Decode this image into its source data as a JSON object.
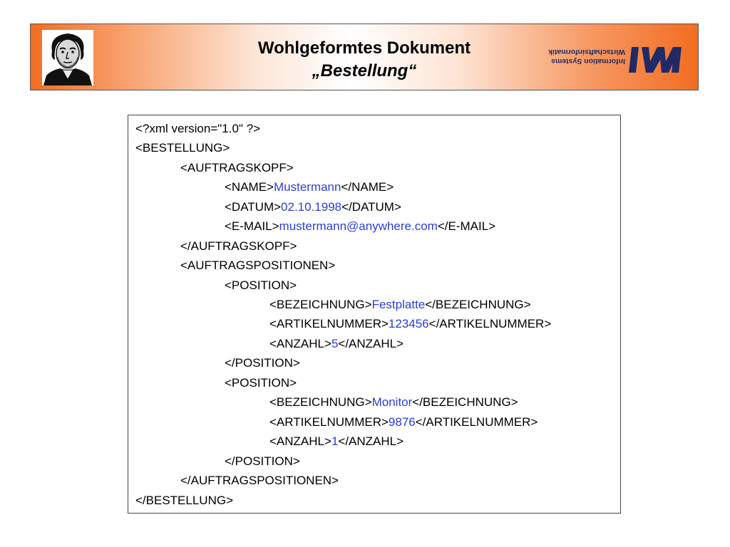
{
  "header": {
    "title_line1": "Wohlgeformtes Dokument",
    "title_line2": "„Bestellung“",
    "logo_text_line1": "Wirtschaftsinformatik",
    "logo_text_line2": "Information Systems",
    "logo_mark": "IWI"
  },
  "colors": {
    "banner_orange": "#f26d22",
    "value_blue": "#2b3fd6",
    "logo_navy": "#1f2a66"
  },
  "icons": {
    "portrait": "portrait-icon",
    "logo": "iwi-logo-icon"
  },
  "xml": {
    "l1": {
      "text": "<?xml version=\"1.0\" ?>"
    },
    "l2": {
      "text": "<BESTELLUNG>"
    },
    "l3": {
      "text": "<AUFTRAGSKOPF>"
    },
    "l4": {
      "open": "<NAME>",
      "value": "Mustermann",
      "close": "</NAME>"
    },
    "l5": {
      "open": "<DATUM>",
      "value": "02.10.1998",
      "close": "</DATUM>"
    },
    "l6": {
      "open": "<E-MAIL>",
      "value": "mustermann@anywhere.com",
      "close": "</E-MAIL>"
    },
    "l7": {
      "text": "</AUFTRAGSKOPF>"
    },
    "l8": {
      "text": "<AUFTRAGSPOSITIONEN>"
    },
    "l9": {
      "text": "<POSITION>"
    },
    "l10": {
      "open": "<BEZEICHNUNG>",
      "value": "Festplatte",
      "close": "</BEZEICHNUNG>"
    },
    "l11": {
      "open": "<ARTIKELNUMMER>",
      "value": "123456",
      "close": "</ARTIKELNUMMER>"
    },
    "l12": {
      "open": "<ANZAHL>",
      "value": "5",
      "close": "</ANZAHL>"
    },
    "l13": {
      "text": "</POSITION>"
    },
    "l14": {
      "text": "<POSITION>"
    },
    "l15": {
      "open": "<BEZEICHNUNG>",
      "value": "Monitor",
      "close": "</BEZEICHNUNG>"
    },
    "l16": {
      "open": "<ARTIKELNUMMER>",
      "value": "9876",
      "close": "</ARTIKELNUMMER>"
    },
    "l17": {
      "open": "<ANZAHL>",
      "value": "1",
      "close": "</ANZAHL>"
    },
    "l18": {
      "text": "</POSITION>"
    },
    "l19": {
      "text": "</AUFTRAGSPOSITIONEN>"
    },
    "l20": {
      "text": "</BESTELLUNG>"
    }
  }
}
